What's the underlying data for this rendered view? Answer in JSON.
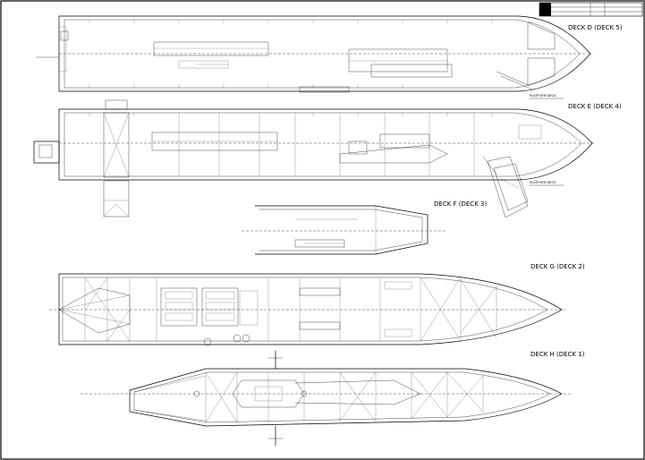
{
  "title_block": {
    "line1": "",
    "line2": "",
    "line3": ""
  },
  "decks": [
    {
      "id": "deck-d",
      "label": "DECK D (DECK 5)"
    },
    {
      "id": "deck-e",
      "label": "DECK E (DECK 4)"
    },
    {
      "id": "deck-f",
      "label": "DECK F (DECK 3)"
    },
    {
      "id": "deck-g",
      "label": "DECK G (DECK 2)"
    },
    {
      "id": "deck-h",
      "label": "DECK H (DECK 1)"
    }
  ],
  "platforms": {
    "upper": "PLATFORM DECK",
    "lower": "PLATFORM DECK"
  },
  "footer_note": ""
}
